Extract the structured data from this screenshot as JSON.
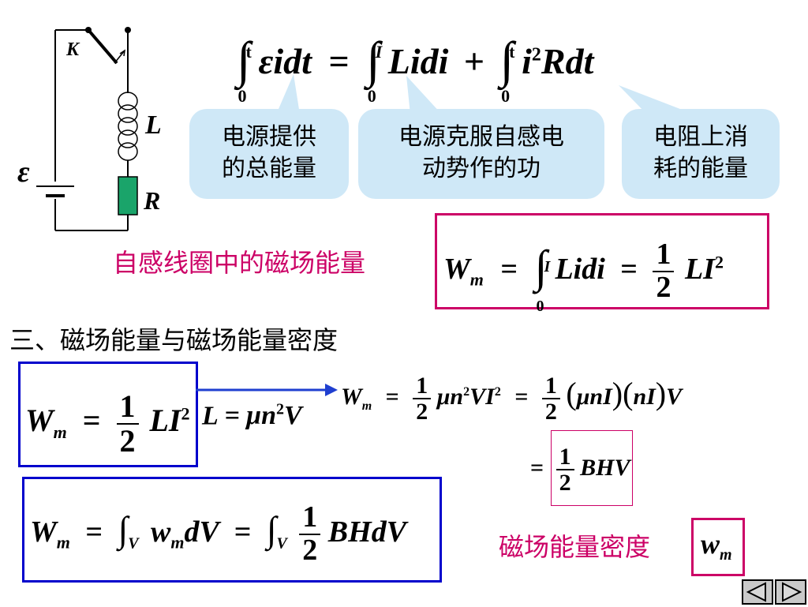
{
  "circuit": {
    "switch_label": "K",
    "inductor_label": "L",
    "resistor_label": "R",
    "emf_label": "ε"
  },
  "colors": {
    "bubble_fill": "#cfe8f7",
    "accent_magenta": "#cc0066",
    "blue_box": "#0000cc",
    "resistor_green": "#1aa46a",
    "arrow_blue": "#1f3fd0"
  },
  "bubbles": {
    "b1_line1": "电源提供",
    "b1_line2": "的总能量",
    "b2_line1": "电源克服自感电",
    "b2_line2": "动势作的功",
    "b3_line1": "电阻上消",
    "b3_line2": "耗的能量"
  },
  "labels": {
    "self_induction_energy": "自感线圈中的磁场能量",
    "section_heading": "三、磁场能量与磁场能量密度",
    "energy_density": "磁场能量密度"
  },
  "equations": {
    "energy_balance": "∫₀ᵗ εidt = ∫₀ᴵ Lidi + ∫₀ᵗ i²Rdt",
    "wm_integral": "W_m = ∫₀ᴵ Lidi = ½ LI²",
    "wm_half": "W_m = ½ LI²",
    "L_expr": "L = μn²V",
    "wm_expand": "W_m = ½ μn²VI² = ½ (μnI)(nI)V",
    "bhv": "= ½ BHV",
    "wm_volume": "W_m = ∫_V w_m dV = ∫_V ½ BHdV",
    "wm_symbol": "w_m"
  },
  "nav": {
    "prev": "previous",
    "next": "next"
  }
}
